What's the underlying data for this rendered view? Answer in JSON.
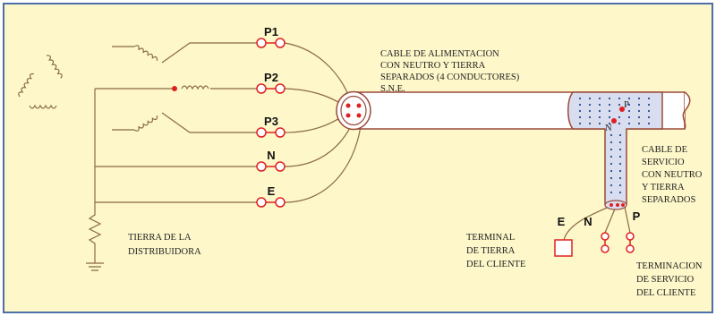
{
  "colors": {
    "background": "#fdf7c9",
    "border": "#4e6fa8",
    "wire": "#8a6a45",
    "terminal": "#e02020",
    "cable_fill": "#ffffff",
    "cable_outline": "#9a4a3a",
    "junction_fill": "#d8def0",
    "dots": "#2a4a8c"
  },
  "terminals": {
    "p1": "P1",
    "p2": "P2",
    "p3": "P3",
    "n": "N",
    "e": "E"
  },
  "cable_label": {
    "line1": "CABLE DE ALIMENTACION",
    "line2": "CON NEUTRO Y TIERRA",
    "line3": "SEPARADOS (4 CONDUCTORES)",
    "line4": "S.N.E."
  },
  "ground_label": {
    "line1": "TIERRA DE LA",
    "line2": "DISTRIBUIDORA"
  },
  "service_cable_label": {
    "line1": "CABLE DE",
    "line2": "SERVICIO",
    "line3": "CON NEUTRO",
    "line4": "Y TIERRA",
    "line5": "SEPARADOS"
  },
  "junction_labels": {
    "p": "P",
    "n": "N"
  },
  "customer_terminals": {
    "e": "E",
    "n": "N",
    "p": "P"
  },
  "customer_ground_label": {
    "line1": "TERMINAL",
    "line2": "DE TIERRA",
    "line3": "DEL CLIENTE"
  },
  "customer_service_label": {
    "line1": "TERMINACION",
    "line2": "DE SERVICIO",
    "line3": "DEL CLIENTE"
  }
}
